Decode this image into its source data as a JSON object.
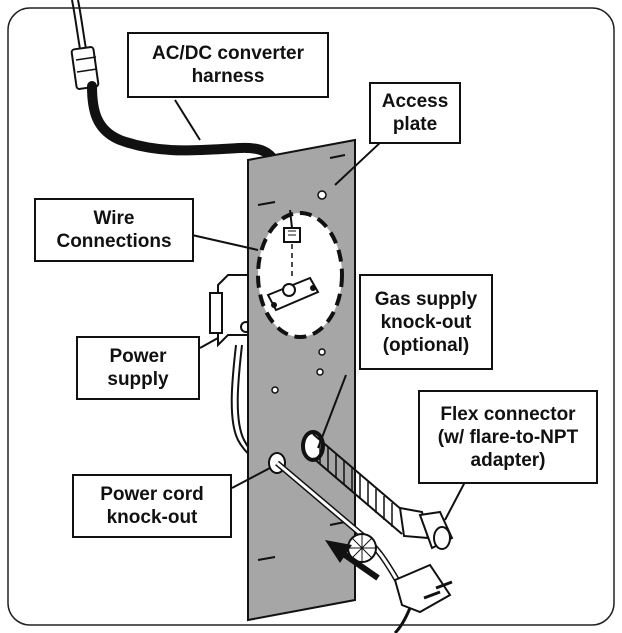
{
  "callouts": {
    "ac_dc_harness": {
      "line1": "AC/DC converter",
      "line2": "harness"
    },
    "access_plate": {
      "line1": "Access",
      "line2": "plate"
    },
    "wire_connections": {
      "line1": "Wire",
      "line2": "Connections"
    },
    "gas_supply_knockout": {
      "line1": "Gas supply",
      "line2": "knock-out",
      "line3": "(optional)"
    },
    "power_supply": {
      "line1": "Power",
      "line2": "supply"
    },
    "flex_connector": {
      "line1": "Flex connector",
      "line2": "(w/ flare-to-NPT",
      "line3": "adapter)"
    },
    "power_cord_knockout": {
      "line1": "Power cord",
      "line2": "knock-out"
    }
  }
}
